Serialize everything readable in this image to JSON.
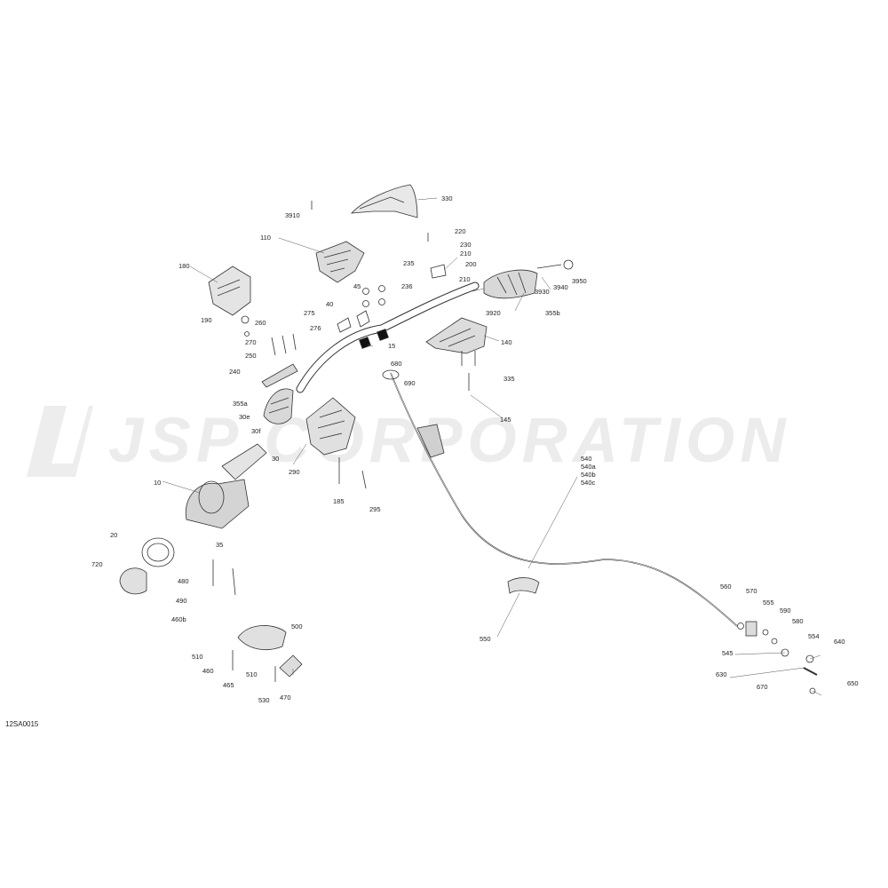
{
  "watermark": {
    "text": "JSP CORPORATION"
  },
  "diagram_code": "12SA0015",
  "callouts": [
    {
      "id": "c330",
      "text": "330"
    },
    {
      "id": "c3910",
      "text": "3910"
    },
    {
      "id": "c220",
      "text": "220"
    },
    {
      "id": "c110",
      "text": "110"
    },
    {
      "id": "c230",
      "text": "230"
    },
    {
      "id": "c210a",
      "text": "210"
    },
    {
      "id": "c235",
      "text": "235"
    },
    {
      "id": "c200",
      "text": "200"
    },
    {
      "id": "c180",
      "text": "180"
    },
    {
      "id": "c236",
      "text": "236"
    },
    {
      "id": "c210b",
      "text": "210"
    },
    {
      "id": "c3930",
      "text": "3930"
    },
    {
      "id": "c3940",
      "text": "3940"
    },
    {
      "id": "c3950",
      "text": "3950"
    },
    {
      "id": "c45",
      "text": "45"
    },
    {
      "id": "c40",
      "text": "40"
    },
    {
      "id": "c3920",
      "text": "3920"
    },
    {
      "id": "c355b",
      "text": "355b"
    },
    {
      "id": "c190",
      "text": "190"
    },
    {
      "id": "c275",
      "text": "275"
    },
    {
      "id": "c260",
      "text": "260"
    },
    {
      "id": "c276",
      "text": "276"
    },
    {
      "id": "c140",
      "text": "140"
    },
    {
      "id": "c270",
      "text": "270"
    },
    {
      "id": "c15",
      "text": "15"
    },
    {
      "id": "c250",
      "text": "250"
    },
    {
      "id": "c680",
      "text": "680"
    },
    {
      "id": "c240",
      "text": "240"
    },
    {
      "id": "c335",
      "text": "335"
    },
    {
      "id": "c690",
      "text": "690"
    },
    {
      "id": "c355a",
      "text": "355a"
    },
    {
      "id": "c30e",
      "text": "30e"
    },
    {
      "id": "c145",
      "text": "145"
    },
    {
      "id": "c30f",
      "text": "30f"
    },
    {
      "id": "c30",
      "text": "30"
    },
    {
      "id": "c540",
      "text": "540"
    },
    {
      "id": "c540a",
      "text": "540a"
    },
    {
      "id": "c290",
      "text": "290"
    },
    {
      "id": "c540b",
      "text": "540b"
    },
    {
      "id": "c540c",
      "text": "540c"
    },
    {
      "id": "c10",
      "text": "10"
    },
    {
      "id": "c185",
      "text": "185"
    },
    {
      "id": "c295",
      "text": "295"
    },
    {
      "id": "c35",
      "text": "35"
    },
    {
      "id": "c20",
      "text": "20"
    },
    {
      "id": "c720",
      "text": "720"
    },
    {
      "id": "c480",
      "text": "480"
    },
    {
      "id": "c560",
      "text": "560"
    },
    {
      "id": "c570",
      "text": "570"
    },
    {
      "id": "c490",
      "text": "490"
    },
    {
      "id": "c555",
      "text": "555"
    },
    {
      "id": "c590",
      "text": "590"
    },
    {
      "id": "c460b",
      "text": "460b"
    },
    {
      "id": "c500",
      "text": "500"
    },
    {
      "id": "c580",
      "text": "580"
    },
    {
      "id": "c550",
      "text": "550"
    },
    {
      "id": "c554",
      "text": "554"
    },
    {
      "id": "c640",
      "text": "640"
    },
    {
      "id": "c510a",
      "text": "510"
    },
    {
      "id": "c545",
      "text": "545"
    },
    {
      "id": "c460",
      "text": "460"
    },
    {
      "id": "c510b",
      "text": "510"
    },
    {
      "id": "c630",
      "text": "630"
    },
    {
      "id": "c650",
      "text": "650"
    },
    {
      "id": "c465",
      "text": "465"
    },
    {
      "id": "c670",
      "text": "670"
    },
    {
      "id": "c530",
      "text": "530"
    },
    {
      "id": "c470",
      "text": "470"
    }
  ]
}
